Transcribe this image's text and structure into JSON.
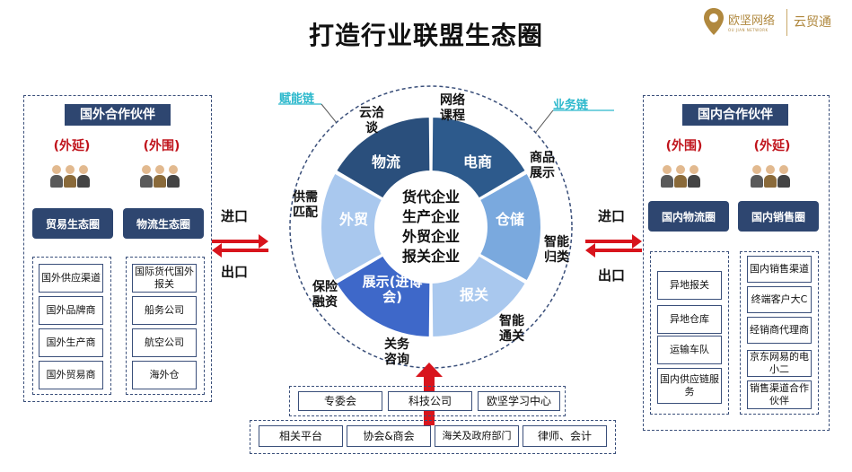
{
  "title": "打造行业联盟生态圈",
  "logos": {
    "brand_cn": "欧坚网络",
    "brand_en": "OU JIAN NETWORK",
    "partner_cn": "云贸通"
  },
  "left_panel": {
    "heading": "国外合作伙伴",
    "columns": [
      {
        "tag": "(外延)",
        "button": "贸易生态圈",
        "items": [
          "国外供应渠道",
          "国外品牌商",
          "国外生产商",
          "国外贸易商"
        ]
      },
      {
        "tag": "(外围)",
        "button": "物流生态圈",
        "items": [
          "国际货代国外报关",
          "船务公司",
          "航空公司",
          "海外仓"
        ]
      }
    ]
  },
  "right_panel": {
    "heading": "国内合作伙伴",
    "columns": [
      {
        "tag": "(外围)",
        "button": "国内物流圈",
        "items": [
          "异地报关",
          "异地仓库",
          "运输车队",
          "国内供应链服务"
        ]
      },
      {
        "tag": "(外延)",
        "button": "国内销售圈",
        "items": [
          "国内销售渠道",
          "终端客户大C",
          "经销商代理商",
          "京东网易的电小二",
          "销售渠道合作伙伴"
        ]
      }
    ]
  },
  "arrows": {
    "import": "进口",
    "export": "出口"
  },
  "chains": {
    "empower": "赋能链",
    "business": "业务链"
  },
  "wheel": {
    "center": [
      "货代企业",
      "生产企业",
      "外贸企业",
      "报关企业"
    ],
    "segments": [
      "物流",
      "电商",
      "仓储",
      "报关",
      "展示(进博会)",
      "外贸"
    ],
    "segment_colors": [
      "#2d5a8c",
      "#7aa9de",
      "#a9c8ee",
      "#3e68c9",
      "#a9c8ee",
      "#2a4f7c"
    ],
    "outer_labels": [
      "云洽谈",
      "网络课程",
      "商品展示",
      "智能归类",
      "智能通关",
      "关务咨询",
      "保险融资",
      "供需匹配"
    ]
  },
  "bottom": {
    "row1": [
      "专委会",
      "科技公司",
      "欧坚学习中心"
    ],
    "row2": [
      "相关平台",
      "协会&商会",
      "海关及政府部门",
      "律师、会计"
    ]
  }
}
